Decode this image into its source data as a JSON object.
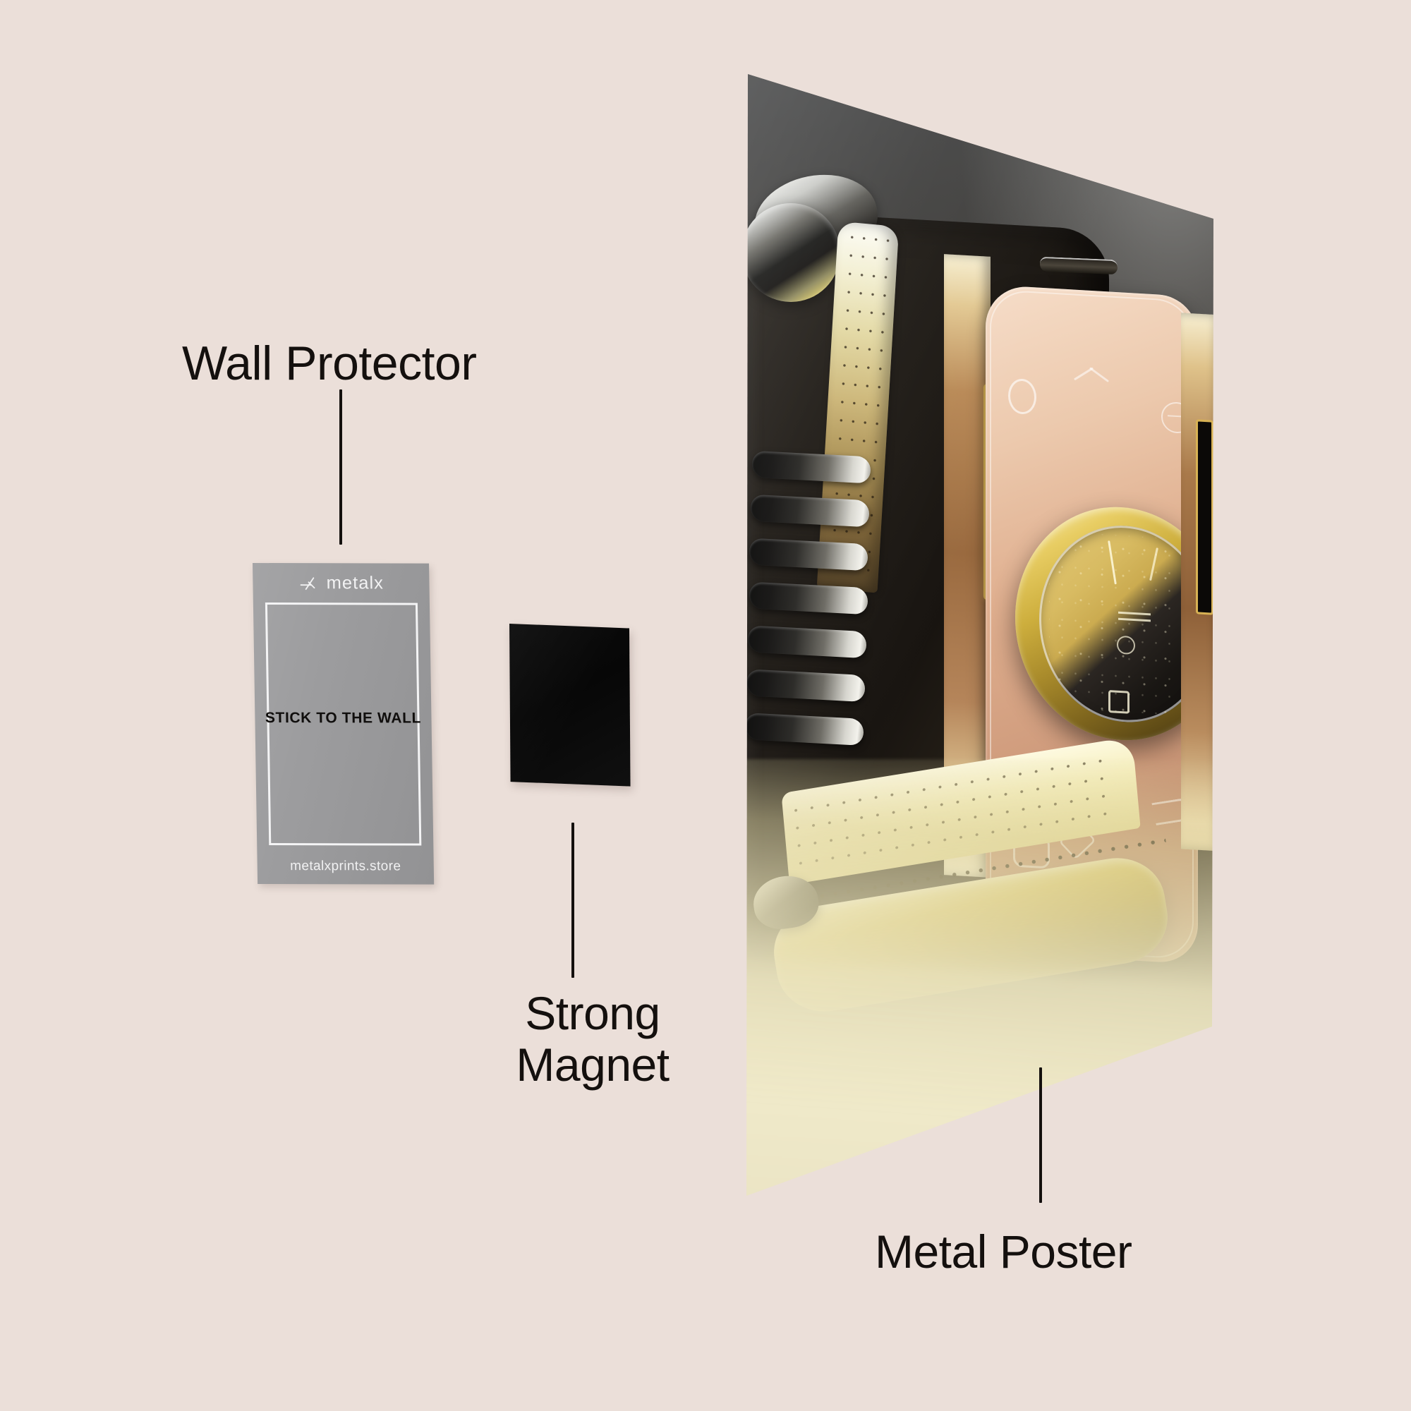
{
  "page": {
    "background_color": "#ebdfd9",
    "text_color": "#14100e",
    "type": "product-infographic"
  },
  "callouts": [
    {
      "id": "wall-protector",
      "label": "Wall Protector",
      "leader_line": true
    },
    {
      "id": "strong-magnet",
      "label": "Strong\nMagnet",
      "leader_line": true
    },
    {
      "id": "metal-poster",
      "label": "Metal Poster",
      "leader_line": true
    }
  ],
  "wall_protector_card": {
    "brand": "metalx",
    "brand_mark": "metalx-logo-icon",
    "headline": "STICK TO THE WALL",
    "url": "metalxprints.store",
    "card_color": "#9a9a9c",
    "frame_color": "#f4f4f5",
    "headline_color": "#100e0d",
    "url_color": "#f1f1f2"
  },
  "magnet": {
    "label": "Strong Magnet",
    "color": "#0b0b0b",
    "shape": "square"
  },
  "metal_poster": {
    "label": "Metal Poster",
    "artwork_description": "Abstract 3D render of a retro-futuristic chrome and gold device",
    "accent_gold": "#d8b254",
    "accent_chrome": "#f3f2ec",
    "accent_dark": "#1a1614",
    "accent_rose_gold": "#dfae8e"
  }
}
